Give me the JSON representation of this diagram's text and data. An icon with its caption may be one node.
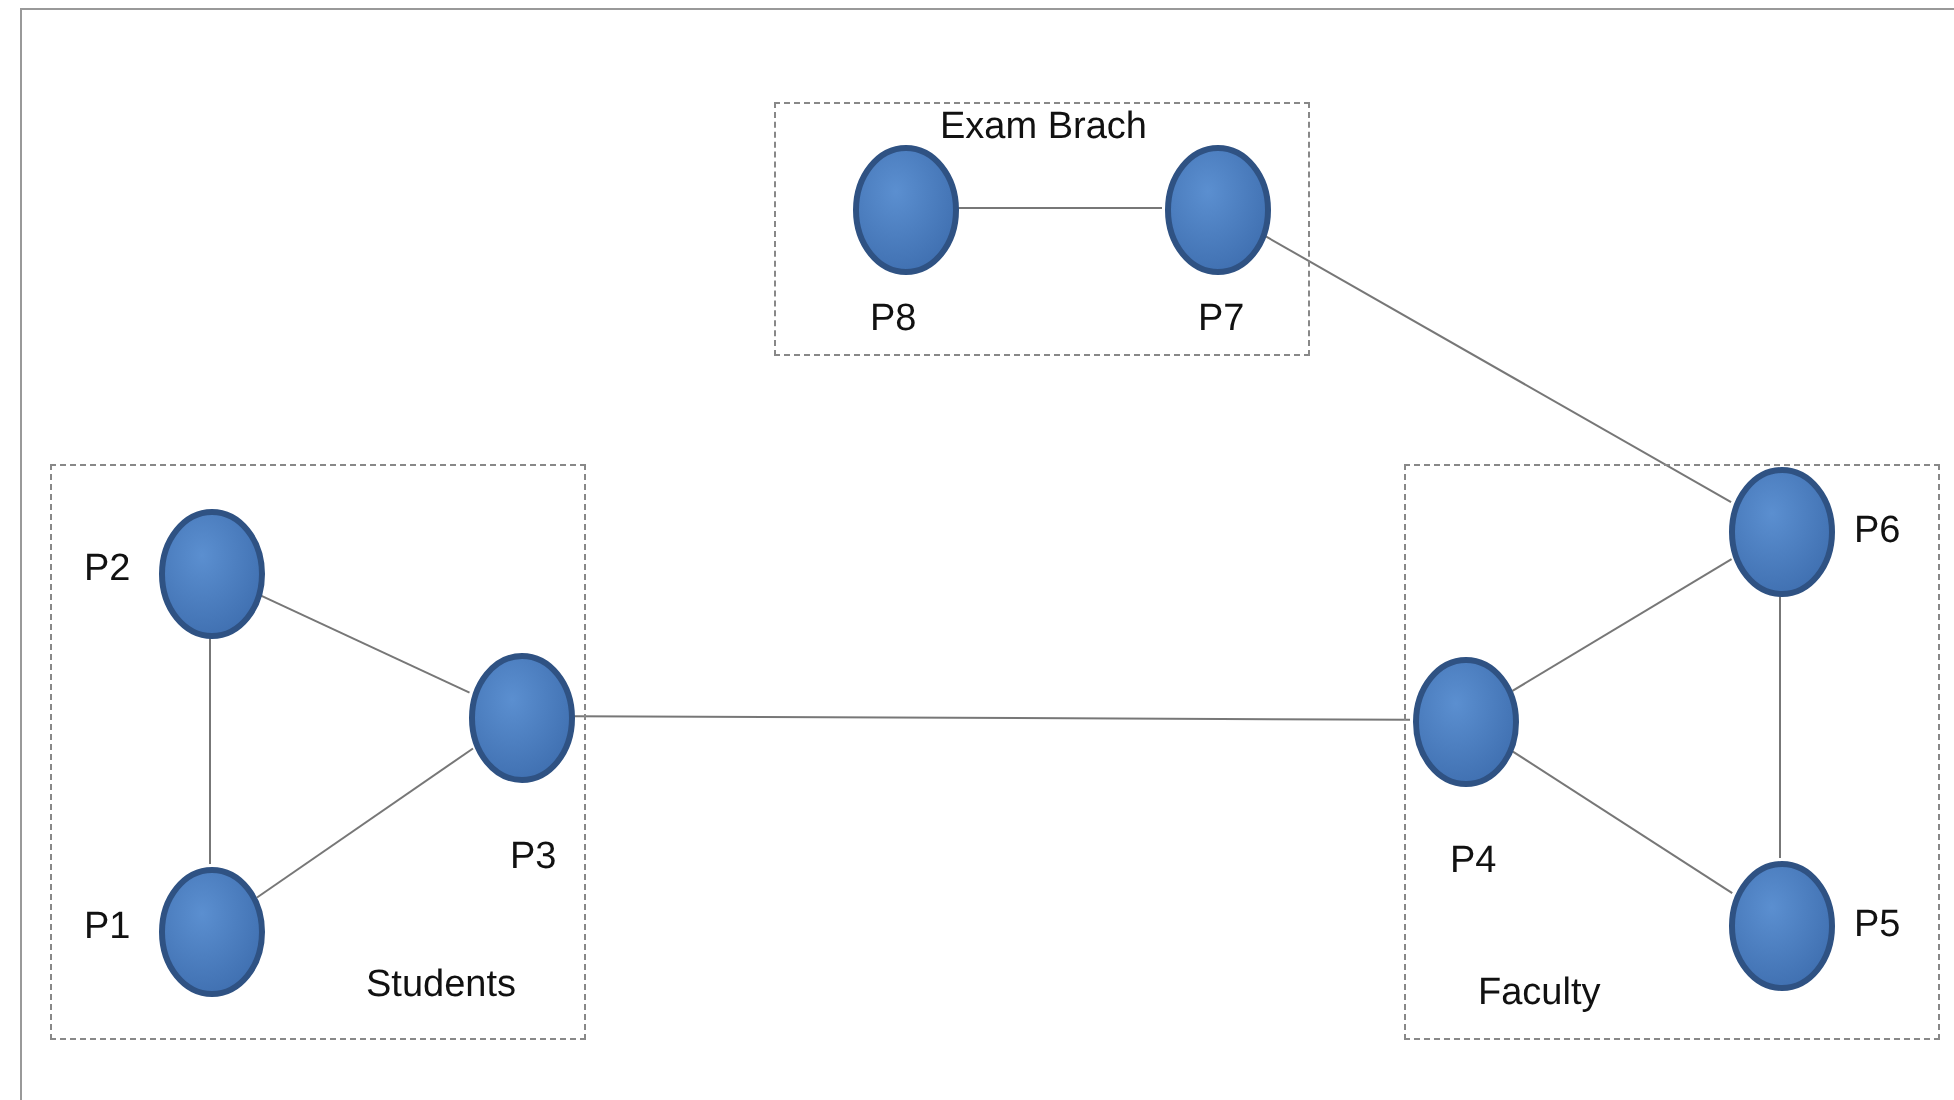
{
  "diagram": {
    "nodes": [
      {
        "text": [
          "Exam Brach"
        ]
      },
      {
        "text": [
          "P8"
        ],
        "in": 0
      },
      {
        "text": [
          "P7"
        ],
        "in": 0
      },
      {
        "text": [
          "Students"
        ]
      },
      {
        "text": [
          "P2"
        ],
        "in": 3
      },
      {
        "text": [
          "P1"
        ],
        "in": 3
      },
      {
        "text": [
          "P3"
        ],
        "in": 3
      },
      {
        "text": [
          "Faculty"
        ]
      },
      {
        "text": [
          "P6"
        ],
        "in": 7
      },
      {
        "text": [
          "P4"
        ],
        "in": 7
      },
      {
        "text": [
          "P5"
        ],
        "in": 7
      }
    ],
    "edges": [
      {
        "from": 1,
        "to": 2,
        "arrow": "none"
      },
      {
        "from": 2,
        "to": 8,
        "arrow": "none"
      },
      {
        "from": 4,
        "to": 6,
        "arrow": "none"
      },
      {
        "from": 4,
        "to": 5,
        "arrow": "none"
      },
      {
        "from": 5,
        "to": 6,
        "arrow": "none"
      },
      {
        "from": 6,
        "to": 9,
        "arrow": "none"
      },
      {
        "from": 9,
        "to": 8,
        "arrow": "none"
      },
      {
        "from": 8,
        "to": 10,
        "arrow": "none"
      },
      {
        "from": 9,
        "to": 10,
        "arrow": "none"
      }
    ]
  }
}
